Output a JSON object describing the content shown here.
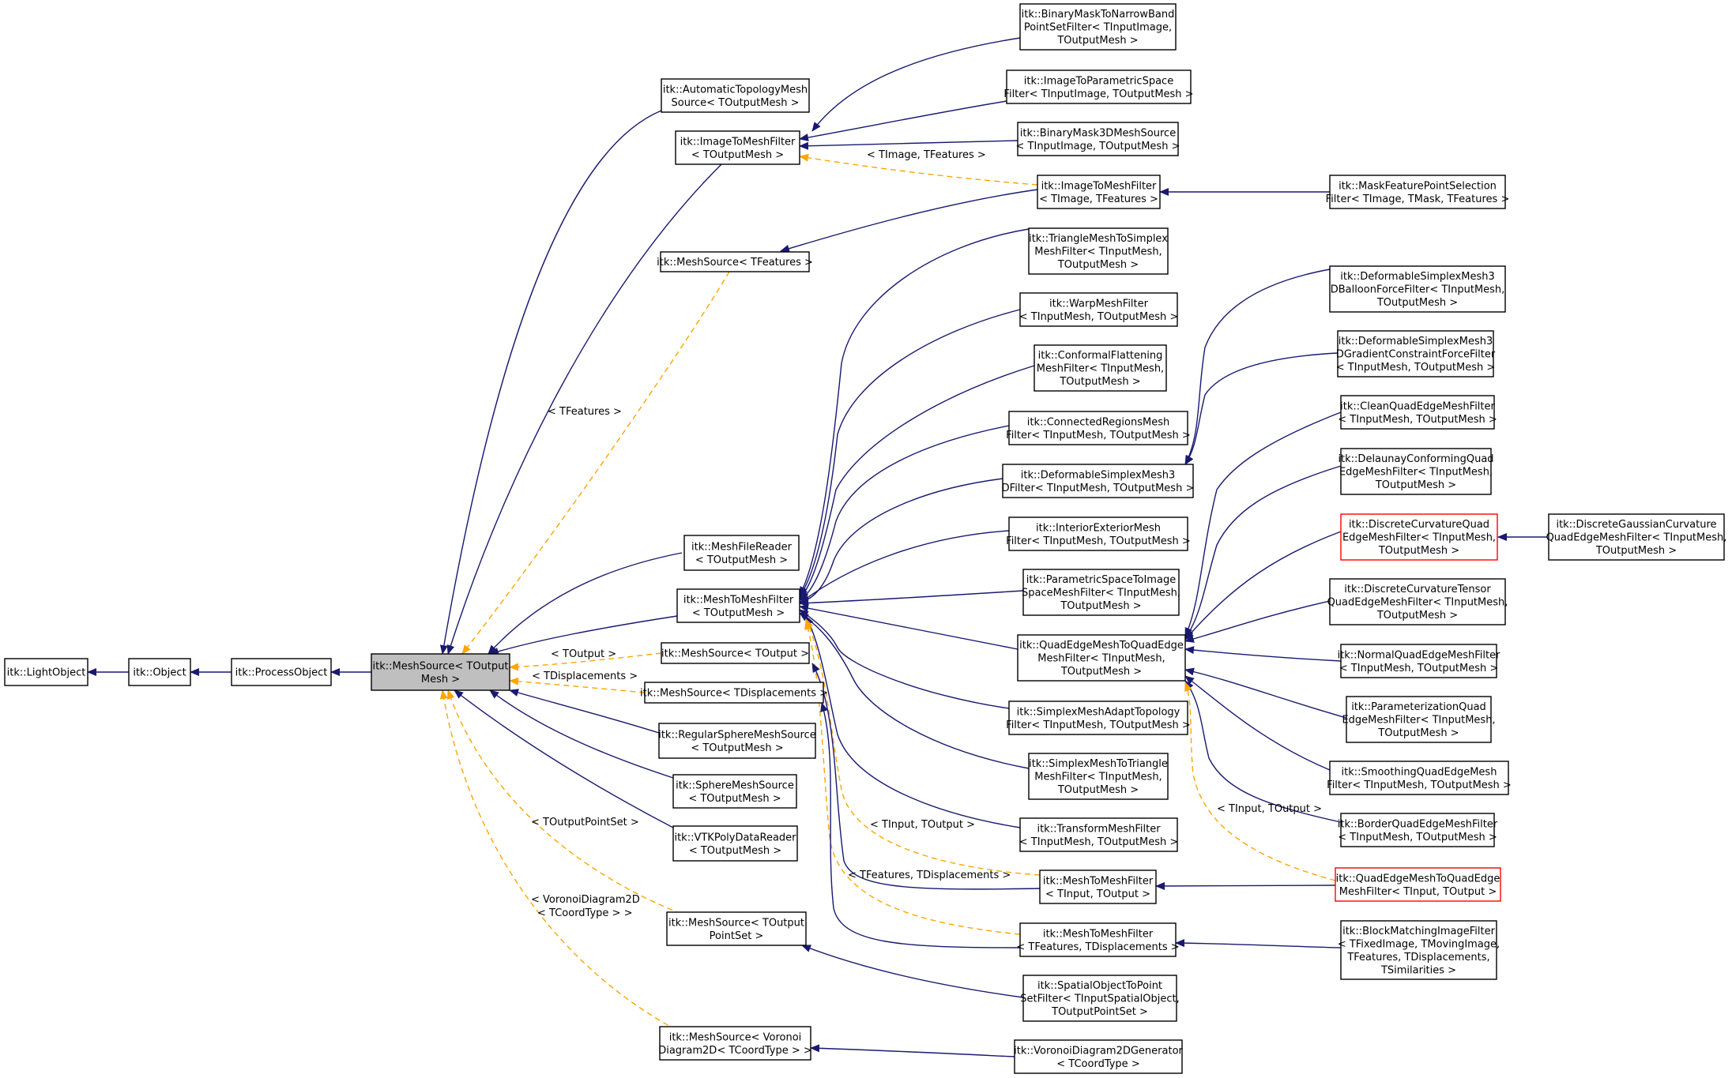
{
  "diagram": {
    "colors": {
      "inherit_edge": "#191970",
      "template_edge": "#ffa500",
      "root_fill": "#bfbfbf",
      "highlight_border": "#ff0000",
      "box_border": "#000000"
    },
    "nodes": [
      {
        "id": "lightobject",
        "lines": [
          "itk::LightObject"
        ]
      },
      {
        "id": "object",
        "lines": [
          "itk::Object"
        ]
      },
      {
        "id": "processobject",
        "lines": [
          "itk::ProcessObject"
        ]
      },
      {
        "id": "meshsource",
        "lines": [
          "itk::MeshSource< TOutput",
          "Mesh >"
        ],
        "root": true
      },
      {
        "id": "automatictopology",
        "lines": [
          "itk::AutomaticTopologyMesh",
          "Source< TOutputMesh >"
        ]
      },
      {
        "id": "imagetomeshfilter",
        "lines": [
          "itk::ImageToMeshFilter",
          "< TOutputMesh >"
        ]
      },
      {
        "id": "meshsource_tfeatures",
        "lines": [
          "itk::MeshSource< TFeatures >"
        ]
      },
      {
        "id": "meshfilereader",
        "lines": [
          "itk::MeshFileReader",
          "< TOutputMesh >"
        ]
      },
      {
        "id": "meshtomeshfilter",
        "lines": [
          "itk::MeshToMeshFilter",
          "< TOutputMesh >"
        ]
      },
      {
        "id": "meshsource_toutput",
        "lines": [
          "itk::MeshSource< TOutput >"
        ]
      },
      {
        "id": "meshsource_tdisp",
        "lines": [
          "itk::MeshSource< TDisplacements >"
        ]
      },
      {
        "id": "regularsphere",
        "lines": [
          "itk::RegularSphereMeshSource",
          "< TOutputMesh >"
        ]
      },
      {
        "id": "spheremeshsource",
        "lines": [
          "itk::SphereMeshSource",
          "< TOutputMesh >"
        ]
      },
      {
        "id": "vtkpolydatareader",
        "lines": [
          "itk::VTKPolyDataReader",
          "< TOutputMesh >"
        ]
      },
      {
        "id": "meshsource_pointset",
        "lines": [
          "itk::MeshSource< TOutput",
          "PointSet >"
        ]
      },
      {
        "id": "meshsource_voronoi",
        "lines": [
          "itk::MeshSource< Voronoi",
          "Diagram2D< TCoordType > >"
        ]
      },
      {
        "id": "binarymasknarrow",
        "lines": [
          "itk::BinaryMaskToNarrowBand",
          "PointSetFilter< TInputImage,",
          "TOutputMesh >"
        ]
      },
      {
        "id": "imagetoparametric",
        "lines": [
          "itk::ImageToParametricSpace",
          "Filter< TInputImage, TOutputMesh >"
        ]
      },
      {
        "id": "binarymask3d",
        "lines": [
          "itk::BinaryMask3DMeshSource",
          "< TInputImage, TOutputMesh >"
        ]
      },
      {
        "id": "imagetomesh_feat",
        "lines": [
          "itk::ImageToMeshFilter",
          "< TImage, TFeatures >"
        ]
      },
      {
        "id": "maskfeature",
        "lines": [
          "itk::MaskFeaturePointSelection",
          "Filter< TImage, TMask, TFeatures >"
        ]
      },
      {
        "id": "trianglemeshtosimplex",
        "lines": [
          "itk::TriangleMeshToSimplex",
          "MeshFilter< TInputMesh,",
          "TOutputMesh >"
        ]
      },
      {
        "id": "warpmeshfilter",
        "lines": [
          "itk::WarpMeshFilter",
          "< TInputMesh, TOutputMesh >"
        ]
      },
      {
        "id": "conformalflattening",
        "lines": [
          "itk::ConformalFlattening",
          "MeshFilter< TInputMesh,",
          "TOutputMesh >"
        ]
      },
      {
        "id": "connectedregions",
        "lines": [
          "itk::ConnectedRegionsMesh",
          "Filter< TInputMesh, TOutputMesh >"
        ]
      },
      {
        "id": "deformable3dfilter",
        "lines": [
          "itk::DeformableSimplexMesh3",
          "DFilter< TInputMesh, TOutputMesh >"
        ]
      },
      {
        "id": "interiorexterior",
        "lines": [
          "itk::InteriorExteriorMesh",
          "Filter< TInputMesh, TOutputMesh >"
        ]
      },
      {
        "id": "parametricspace",
        "lines": [
          "itk::ParametricSpaceToImage",
          "SpaceMeshFilter< TInputMesh,",
          "TOutputMesh >"
        ]
      },
      {
        "id": "quadedgetoquadedge",
        "lines": [
          "itk::QuadEdgeMeshToQuadEdge",
          "MeshFilter< TInputMesh,",
          "TOutputMesh >"
        ]
      },
      {
        "id": "simplexadapt",
        "lines": [
          "itk::SimplexMeshAdaptTopology",
          "Filter< TInputMesh, TOutputMesh >"
        ]
      },
      {
        "id": "simplextotriangle",
        "lines": [
          "itk::SimplexMeshToTriangle",
          "MeshFilter< TInputMesh,",
          "TOutputMesh >"
        ]
      },
      {
        "id": "transformmesh",
        "lines": [
          "itk::TransformMeshFilter",
          "< TInputMesh, TOutputMesh >"
        ]
      },
      {
        "id": "meshtomesh_tinput",
        "lines": [
          "itk::MeshToMeshFilter",
          "< TInput, TOutput >"
        ]
      },
      {
        "id": "meshtomesh_tfeat",
        "lines": [
          "itk::MeshToMeshFilter",
          "< TFeatures, TDisplacements >"
        ]
      },
      {
        "id": "spatialobjecttopoint",
        "lines": [
          "itk::SpatialObjectToPoint",
          "SetFilter< TInputSpatialObject,",
          "TOutputPointSet >"
        ]
      },
      {
        "id": "voronoigenerator",
        "lines": [
          "itk::VoronoiDiagram2DGenerator",
          "< TCoordType >"
        ]
      },
      {
        "id": "deformableballoon",
        "lines": [
          "itk::DeformableSimplexMesh3",
          "DBalloonForceFilter< TInputMesh,",
          "TOutputMesh >"
        ]
      },
      {
        "id": "deformablegradient",
        "lines": [
          "itk::DeformableSimplexMesh3",
          "DGradientConstraintForceFilter",
          "< TInputMesh, TOutputMesh >"
        ]
      },
      {
        "id": "cleanquadedge",
        "lines": [
          "itk::CleanQuadEdgeMeshFilter",
          "< TInputMesh, TOutputMesh >"
        ]
      },
      {
        "id": "delaunay",
        "lines": [
          "itk::DelaunayConformingQuad",
          "EdgeMeshFilter< TInputMesh,",
          "TOutputMesh >"
        ]
      },
      {
        "id": "discretecurvature",
        "lines": [
          "itk::DiscreteCurvatureQuad",
          "EdgeMeshFilter< TInputMesh,",
          "TOutputMesh >"
        ],
        "highlight": true
      },
      {
        "id": "discretegaussian",
        "lines": [
          "itk::DiscreteGaussianCurvature",
          "QuadEdgeMeshFilter< TInputMesh,",
          "TOutputMesh >"
        ]
      },
      {
        "id": "discretetensor",
        "lines": [
          "itk::DiscreteCurvatureTensor",
          "QuadEdgeMeshFilter< TInputMesh,",
          "TOutputMesh >"
        ]
      },
      {
        "id": "normalquadedge",
        "lines": [
          "itk::NormalQuadEdgeMeshFilter",
          "< TInputMesh, TOutputMesh >"
        ]
      },
      {
        "id": "parameterization",
        "lines": [
          "itk::ParameterizationQuad",
          "EdgeMeshFilter< TInputMesh,",
          "TOutputMesh >"
        ]
      },
      {
        "id": "smoothing",
        "lines": [
          "itk::SmoothingQuadEdgeMesh",
          "Filter< TInputMesh, TOutputMesh >"
        ]
      },
      {
        "id": "borderquadedge",
        "lines": [
          "itk::BorderQuadEdgeMeshFilter",
          "< TInputMesh, TOutputMesh >"
        ]
      },
      {
        "id": "quadedge_tinput",
        "lines": [
          "itk::QuadEdgeMeshToQuadEdge",
          "MeshFilter< TInput, TOutput >"
        ],
        "highlight": true
      },
      {
        "id": "blockmatching",
        "lines": [
          "itk::BlockMatchingImageFilter",
          "< TFixedImage, TMovingImage,",
          "TFeatures, TDisplacements,",
          "TSimilarities >"
        ]
      }
    ],
    "edge_labels": {
      "tfeatures": "< TFeatures >",
      "toutput": "< TOutput >",
      "tdisplacements": "< TDisplacements >",
      "toutputpointset": "< TOutputPointSet >",
      "voronoi": [
        "< VoronoiDiagram2D",
        "< TCoordType > >"
      ],
      "timage_tfeatures": "< TImage, TFeatures >",
      "tinput_toutput_a": "< TInput, TOutput >",
      "tinput_toutput_b": "< TInput, TOutput >",
      "tfeatures_tdisp": "< TFeatures, TDisplacements >"
    }
  }
}
